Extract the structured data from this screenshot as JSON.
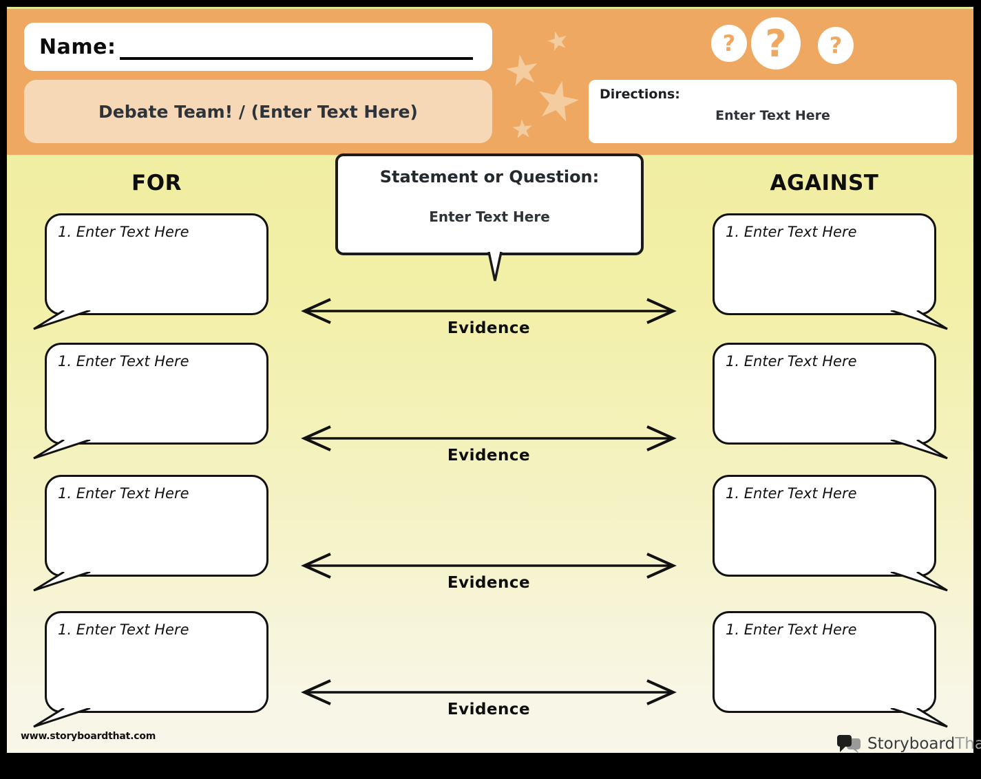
{
  "header": {
    "name_label": "Name:",
    "title": "Debate Team! / (Enter Text Here)",
    "directions_label": "Directions:",
    "directions_text": "Enter Text Here",
    "help_marks": [
      "?",
      "?",
      "?"
    ]
  },
  "statement": {
    "label": "Statement or Question:",
    "text": "Enter Text Here"
  },
  "columns": {
    "for": {
      "heading": "FOR",
      "bubbles": [
        {
          "text": "1. Enter Text Here"
        },
        {
          "text": "1. Enter Text Here"
        },
        {
          "text": "1. Enter Text Here"
        },
        {
          "text": "1. Enter Text Here"
        }
      ]
    },
    "against": {
      "heading": "AGAINST",
      "bubbles": [
        {
          "text": "1. Enter Text Here"
        },
        {
          "text": "1. Enter Text Here"
        },
        {
          "text": "1. Enter Text Here"
        },
        {
          "text": "1. Enter Text Here"
        }
      ]
    }
  },
  "evidence": {
    "labels": [
      "Evidence",
      "Evidence",
      "Evidence",
      "Evidence"
    ]
  },
  "footer": {
    "url": "www.storyboardthat.com",
    "logo_primary": "Storyboard",
    "logo_secondary": "That"
  },
  "colors": {
    "header_orange": "#efa862",
    "peach_panel": "#f6d8b6",
    "star": "#f3cda0",
    "page_yellow_top": "#f0ed9f",
    "page_cream_bottom": "#f8f6e8",
    "text_dark": "#2d3338"
  }
}
